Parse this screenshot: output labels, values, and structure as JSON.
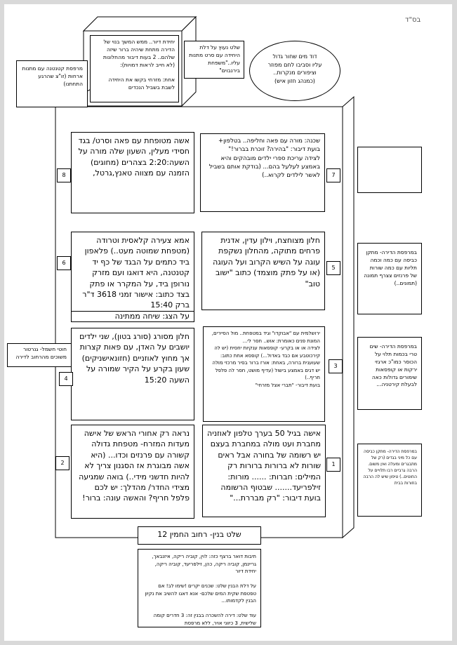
{
  "page_mark": "בס\"ד",
  "top": {
    "balcony_note": "מרפסת קטנטנה עם מתנות ארחות (זו\"צ שהרגע התחתנו)",
    "unit_note": "יחידת דיור.. ממש המשך בנוי של הדירה מתחת שיהיה ברור שיזה שלהם.. 2 בעות דיבור מהחלונות (לא חייב לראות דמויות):\n\nאחת: מזרחי בקשו את היחידה לשבת בשביל הנכדים",
    "door_sign": "שלט נעוץ על דלת היחידה עם סרט מתנות עליו..\"משפחת בירנבוים\"",
    "oval_text": "דוד מים שחור גדול\nעליו וסביבו לחם מפוזר וציפורים מנקרות..\n(כמנהג חזון איש)"
  },
  "cells": {
    "c7": "שכנה: מורה עם פאה וחליפה.. בטלפון+ בועת דיבור: \"בהירה? זוכרת בברור!\"\nלצידה עריכת ספרי ילדים מובהקים והיא באמצע לעלעל בהם... (בודקת אותם בשביל לאשר לילדים לקרוא..)",
    "c8": "אשה מטופחת עם פאה וסרט/ בגד חסידי מעלין, השעון שלה מורה על השעה:2:20 בצהרים (מחוגים) הזמנה עם מצווה טאנץ,גרטל,",
    "c5": "חלון מצוחצח, וילון עדין, אדנית פרחים מתוקה, מהחלון נשקפת עוגה על השיש הקרוב ועל העוגה (או על פתק מוצמד) כתוב \"ישוב טוב\"",
    "c6": "אמא צעירה קלאסית וטרודה (מטפחת שמוטה מעט..) פלאפון ביד כתמים על הבגד של כף יד קטנטנה, היא דואגו ועם מזרק נורופן ביד, על המקרר או פתק בצד כתוב: אישור זמני 3618 ד\"ר ברק 15:40",
    "c6_caption": "על הצג: שיחה ממתינה",
    "c3": "ירושלמית עם \"אבוקדו\" וגיד במטפחת.. מול הסיירים, המונת פנים כאומרת: אוש.. חסר לי...\nלצידה או או בקרע- קופסאות ענקיות יחסית (יש לה קירכוטבע אם כבד באדול...) קופסא אחת כתוב: שעוענית ברורה, באחת: אורז ברור בסיר מרכזי מולה יש דגים באמצע בישול (עדיף מושט, חסר לה פלפל חריף..)\nבועת דיבור- \"תברי אצל מזרחי\"",
    "c4": "חלון מסורג (סורג בטון), שני ילדים יושבים על האדן, עם פאות קצרות אך מחוץ לאוזניים (חזונאישניקים)\nשעון בקרע על הקיר שמורה על השעה 15:20",
    "c1": "אישה בגיל 50 בערך טלפון לאוזניה מחברת ועט מולה במחברת בעצם יש רשומה של בחורה אבל ראים שורות לא ברורות ברורות רק המילים: חברות: ...... מורות: זילפריעד....... שבטוף הרשומה\nבועת דיבור: \"רק מבררת...\"",
    "c2": "נראה רק אחורי הראש של אישה מעדות המזרח- מטפחת גדולה קשורה עם פרנזים וכדו... (היא אשה מבוגרת אז הסגנון צריך לא להיות חדשני מידי..) בואה שמגיעה מצידי החדר/ מהדלך: יש לכם פלפל חריף? והאשה עונה: ברור!"
  },
  "numbers": {
    "n1": "1",
    "n2": "2",
    "n3": "3",
    "n4": "4",
    "n5": "5",
    "n6": "6",
    "n7": "7",
    "n8": "8"
  },
  "side": {
    "right_empty": "",
    "right_balcony_1": "במרפסת הדירה- מתקן כביסה עם כמה וכמה תליות עם כמה שורות של פרנזים צצרף תמונה (תמונים..)",
    "right_balcony_2": "במרפסת הדירה- שים טרי בכמות תלוי על הכוסר כמו\"כ ארגזי ירקות או קופסאות שימורים גדולות כאה לבעלת קירטניה...",
    "right_balcony_3": "במרפסת הדירה- מתקן כביסה עם כל מיני בגדים (רק של מתבגרים ומעלה ואין משום. הרבה גרביים רבו תלויים על החוטים..) טיפון שיש לה הרבה בחורות בבית",
    "left_fuse": "חוטי חשמל- גנרטור משוכים מהרחוב לדירה"
  },
  "bottom": {
    "building_sign": "שלט בנין- רחוב החמין 12",
    "mailbox_note": "תיבות דואר ברצף כזה: לוין, קוביה ריקה, איזנבאך, גריינמן, קוביה ריקה, כהן, זילפריעד, קוביה ריקה, יחידת דיור\n\nעל דלת הבנין שלט: שכנים יקרים !שימו לב! אם טפטפת שקית המים שלכם- אנא דאגו להשיב את נקיון הבנין לקדמותו...\n\nעוד שלט: דירה להשכרה בבנין זה: 3 חדרים קומה שלישית, 3 כיווני אויר, ללא מרפסת"
  }
}
